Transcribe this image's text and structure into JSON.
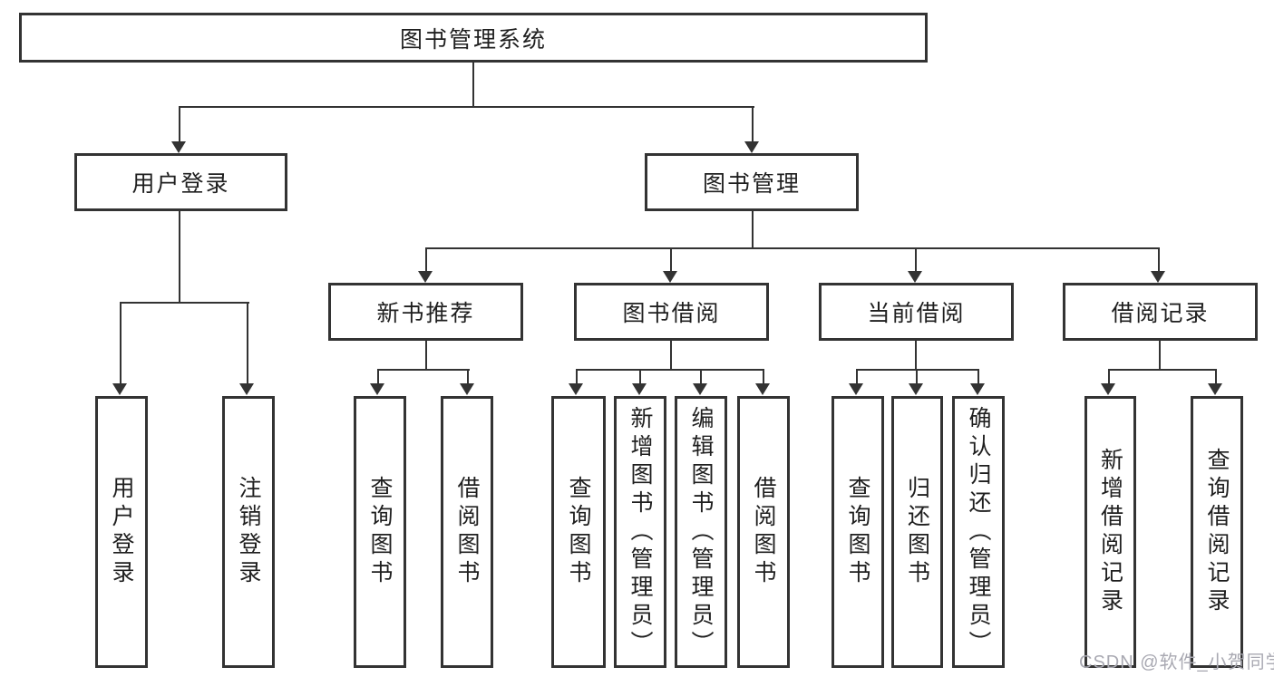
{
  "diagram": {
    "title": "图书管理系统",
    "nodes": {
      "level2": {
        "user_login": "用户登录",
        "book_mgmt": "图书管理"
      },
      "level3": {
        "new_books": "新书推荐",
        "borrowing": "图书借阅",
        "current": "当前借阅",
        "records": "借阅记录"
      },
      "leaves": {
        "user_login": [
          "用户登录",
          "注销登录"
        ],
        "new_books": [
          "查询图书",
          "借阅图书"
        ],
        "borrowing": [
          "查询图书",
          "新增图书（管理员）",
          "编辑图书（管理员）",
          "借阅图书"
        ],
        "current": [
          "查询图书",
          "归还图书",
          "确认归还（管理员）"
        ],
        "records": [
          "新增借阅记录",
          "查询借阅记录"
        ]
      }
    },
    "watermark": "CSDN @软件_小贺同学",
    "colors": {
      "line": "#333333",
      "text": "#1f1f1f",
      "watermark": "#a9a9b2",
      "background": "#ffffff"
    }
  }
}
